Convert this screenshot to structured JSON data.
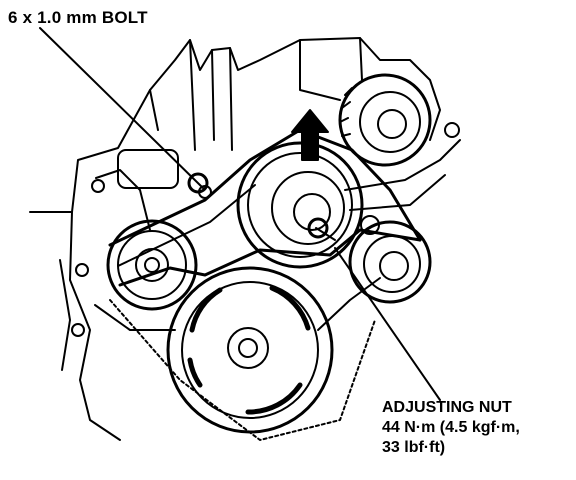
{
  "callouts": {
    "bolt": "6 x 1.0 mm BOLT",
    "adjusting_nut": {
      "title": "ADJUSTING NUT",
      "torque_line1": "44 N·m (4.5 kgf·m,",
      "torque_line2": "33 lbf·ft)"
    }
  },
  "direction_arrow": "up",
  "colors": {
    "ink": "#000000",
    "paper": "#ffffff"
  }
}
